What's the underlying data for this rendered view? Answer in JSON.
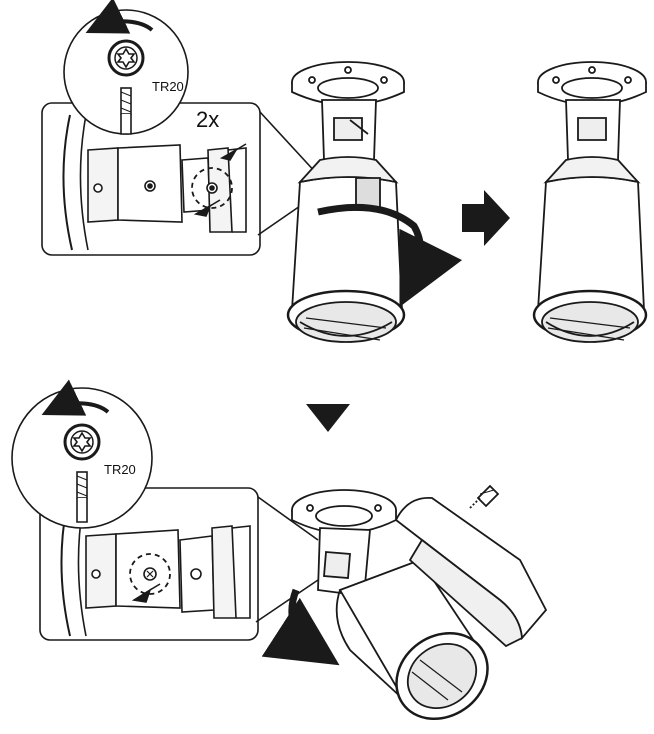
{
  "step1": {
    "tool_label": "TR20",
    "count_label": "2x"
  },
  "step3": {
    "tool_label": "TR20"
  },
  "colors": {
    "line": "#1a1a1a",
    "fill": "#ffffff",
    "shade": "#d9d9d9",
    "dark": "#2b2b2b"
  },
  "icons": [
    "torx-screw-icon",
    "rotate-counterclockwise-icon",
    "arrow-right-icon",
    "arrow-down-icon",
    "rotate-arrow-icon"
  ]
}
